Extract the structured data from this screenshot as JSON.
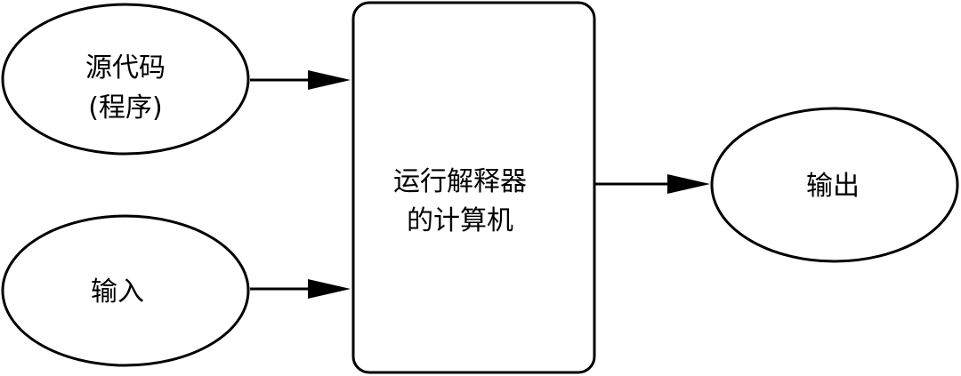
{
  "nodes": {
    "source": {
      "line1": "源代码",
      "line2": "(程序)"
    },
    "input": {
      "label": "输入"
    },
    "interpreter": {
      "line1": "运行解释器",
      "line2": "的计算机"
    },
    "output": {
      "label": "输出"
    }
  },
  "colors": {
    "stroke": "#000000",
    "fill": "#ffffff",
    "text": "#000000"
  }
}
